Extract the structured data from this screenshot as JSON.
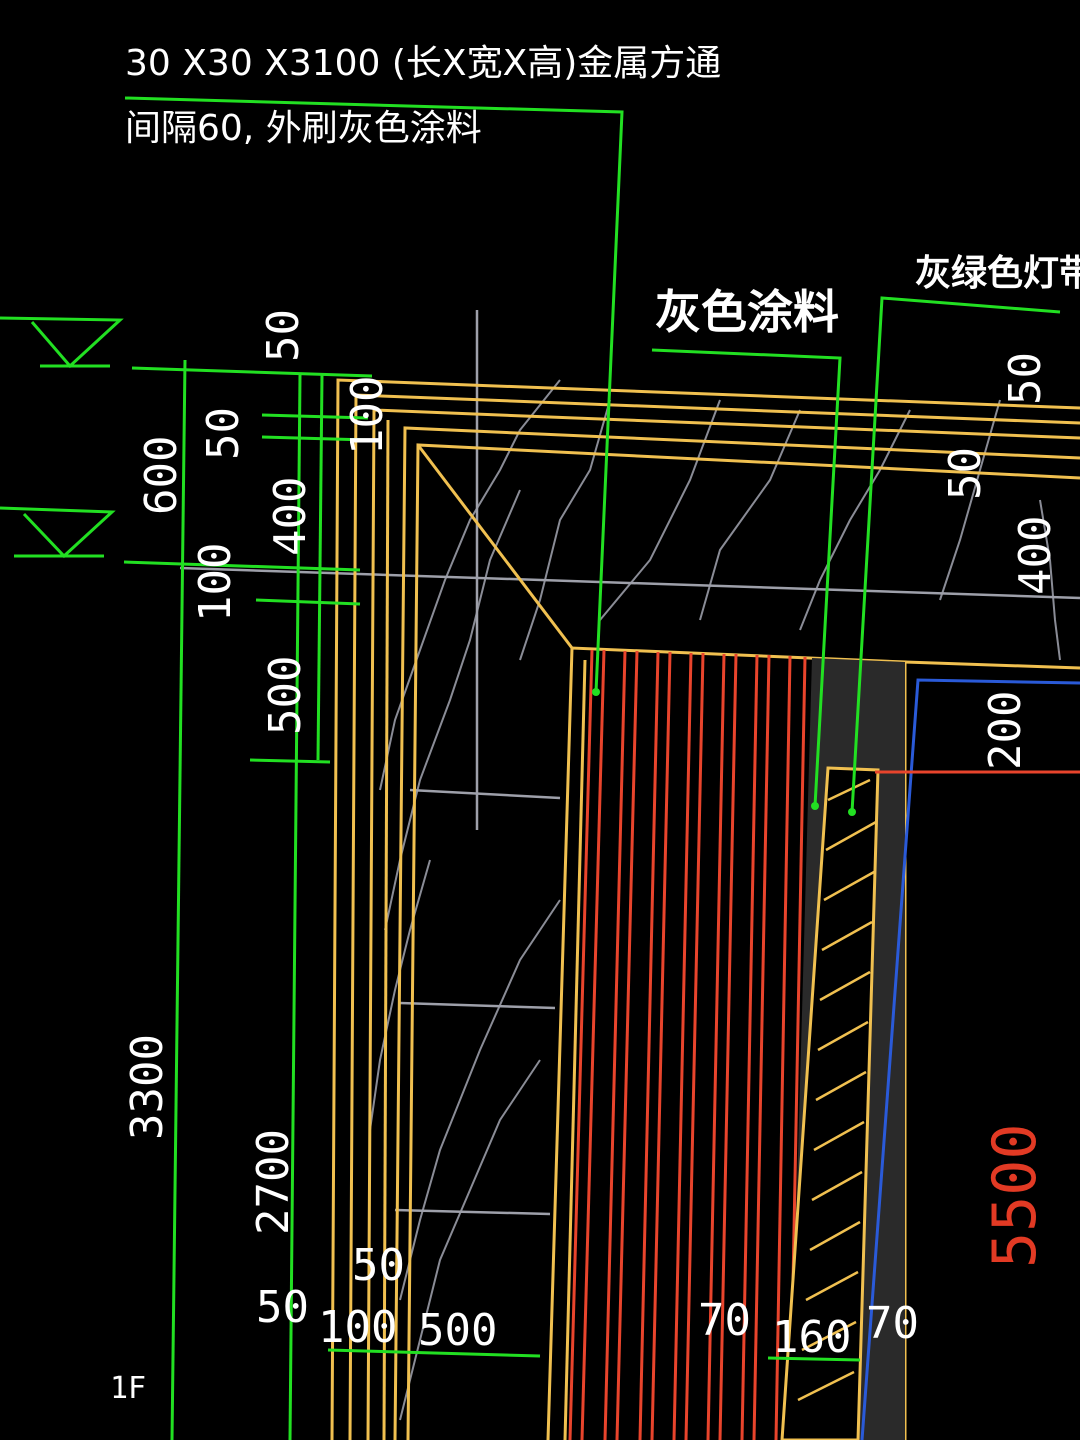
{
  "annotations": {
    "tube_spec": "30 X30 X3100 (长X宽X高)金属方通",
    "tube_spacing": "间隔60, 外刷灰色涂料",
    "grey_paint": "灰色涂料",
    "light_strip": "灰绿色灯带"
  },
  "dims_left_outer": {
    "d600": "600",
    "d3300": "3300"
  },
  "dims_left_inner": {
    "d50": "50",
    "d100": "100",
    "d2700": "2700"
  },
  "dims_left_third": {
    "d50": "50",
    "d400": "400",
    "d500": "500",
    "d100": "100"
  },
  "dims_right": {
    "d50a": "50",
    "d50b": "50",
    "d400": "400",
    "d200": "200",
    "d5500": "5500"
  },
  "dims_bottom": {
    "d50": "50",
    "d50top": "50",
    "d100": "100",
    "d500": "500",
    "d70a": "70",
    "d160": "160",
    "d70b": "70"
  },
  "floor_label": "1F",
  "colors": {
    "dimension": "#22e022",
    "outline": "#f0c050",
    "tubes": "#e8442c",
    "edge": "#2a5ad8",
    "grid": "#9ea0aa"
  }
}
